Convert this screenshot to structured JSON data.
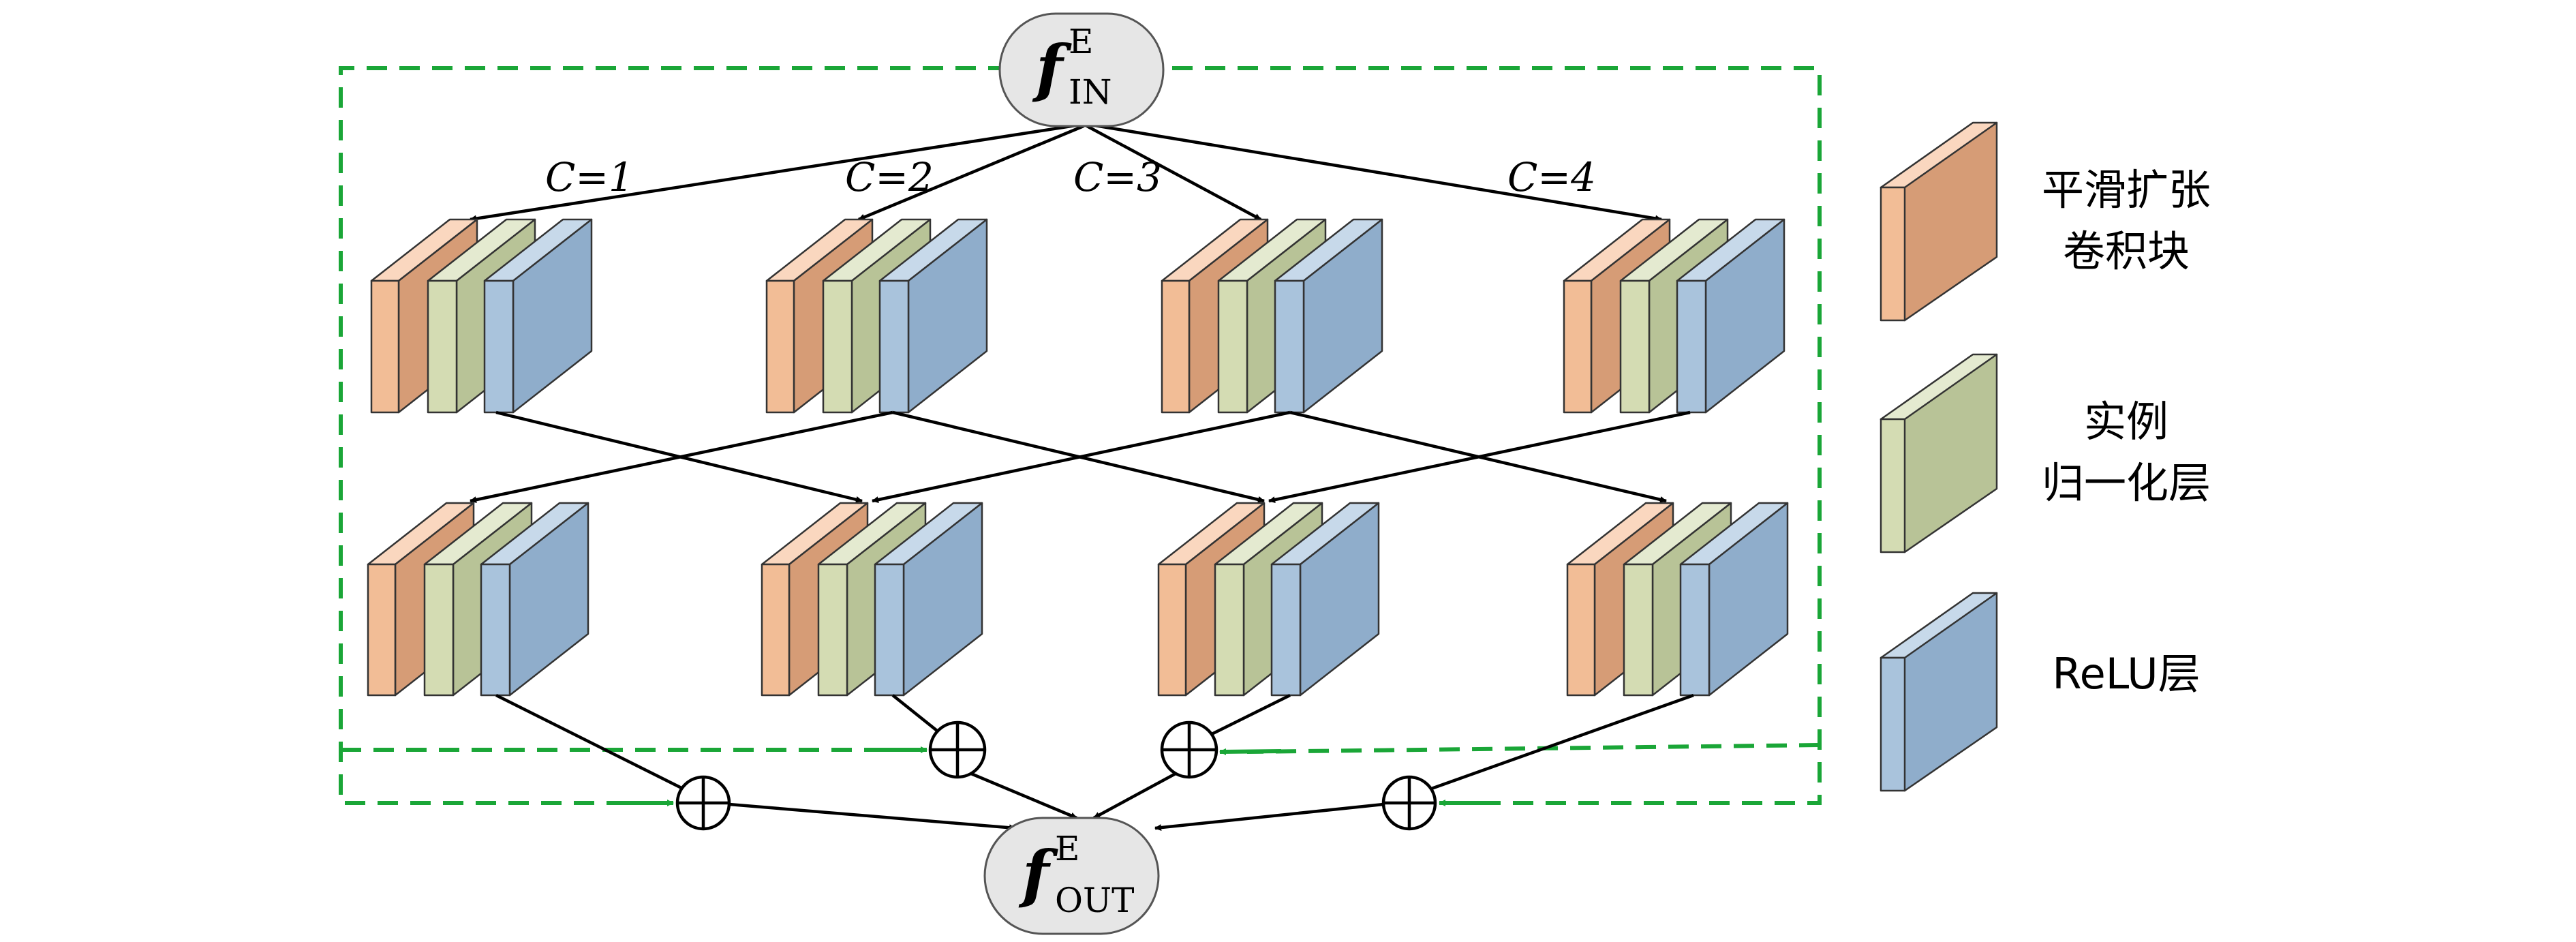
{
  "input_node": {
    "symbol": "f",
    "superscript": "E",
    "subscript": "IN"
  },
  "output_node": {
    "symbol": "f",
    "superscript": "E",
    "subscript": "OUT"
  },
  "branch_labels": [
    "C=1",
    "C=2",
    "C=3",
    "C=4"
  ],
  "legend": [
    {
      "lines": [
        "平滑扩张",
        "卷积块"
      ],
      "color": "#f2bd96"
    },
    {
      "lines": [
        "实例",
        "归一化层"
      ],
      "color": "#d4dcb3"
    },
    {
      "lines": [
        "ReLU层"
      ],
      "color": "#a9c3dc"
    }
  ],
  "colors": {
    "conv": "#f2bd96",
    "norm": "#d4dcb3",
    "relu": "#a9c3dc",
    "skip_line": "#1aa637",
    "node_fill": "#e6e6e6"
  }
}
